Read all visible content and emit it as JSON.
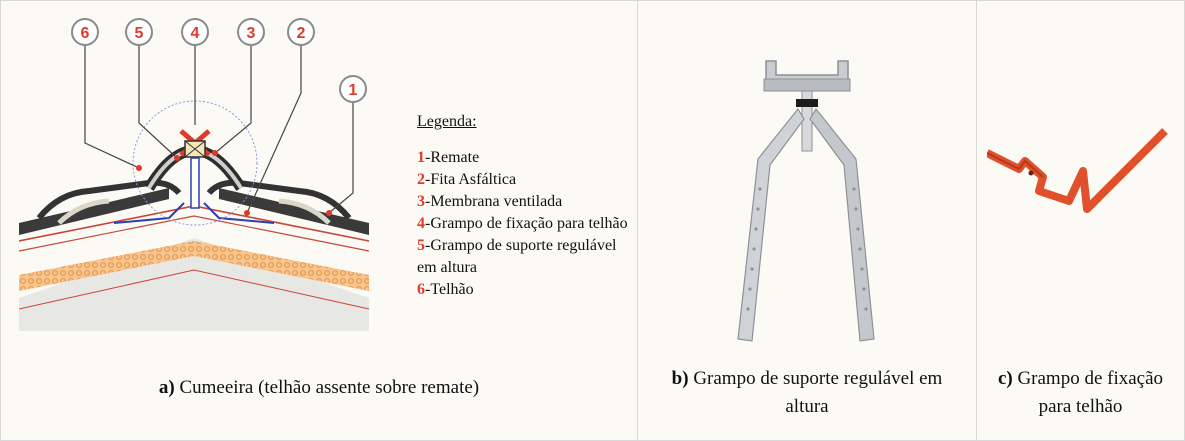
{
  "legend": {
    "title": "Legenda:",
    "items": [
      {
        "num": "1",
        "text": "-Remate"
      },
      {
        "num": "2",
        "text": "-Fita Asfáltica"
      },
      {
        "num": "3",
        "text": "-Membrana ventilada"
      },
      {
        "num": "4",
        "text": "-Grampo de fixação para telhão"
      },
      {
        "num": "5",
        "text": "-Grampo de suporte regulável em altura"
      },
      {
        "num": "6",
        "text": "-Telhão"
      }
    ]
  },
  "callouts": [
    "6",
    "5",
    "4",
    "3",
    "2",
    "1"
  ],
  "captions": {
    "a": {
      "letter": "a)",
      "text": " Cumeeira (telhão assente sobre remate)"
    },
    "b": {
      "letter": "b)",
      "text": " Grampo de suporte regulável em altura"
    },
    "c": {
      "letter": "c)",
      "text": " Grampo de fixação para telhão"
    }
  },
  "colors": {
    "accent": "#e03a2b",
    "callout_ring": "#8a8a8a",
    "insulation": "#f2a25a",
    "roof_line": "#c8463a"
  }
}
